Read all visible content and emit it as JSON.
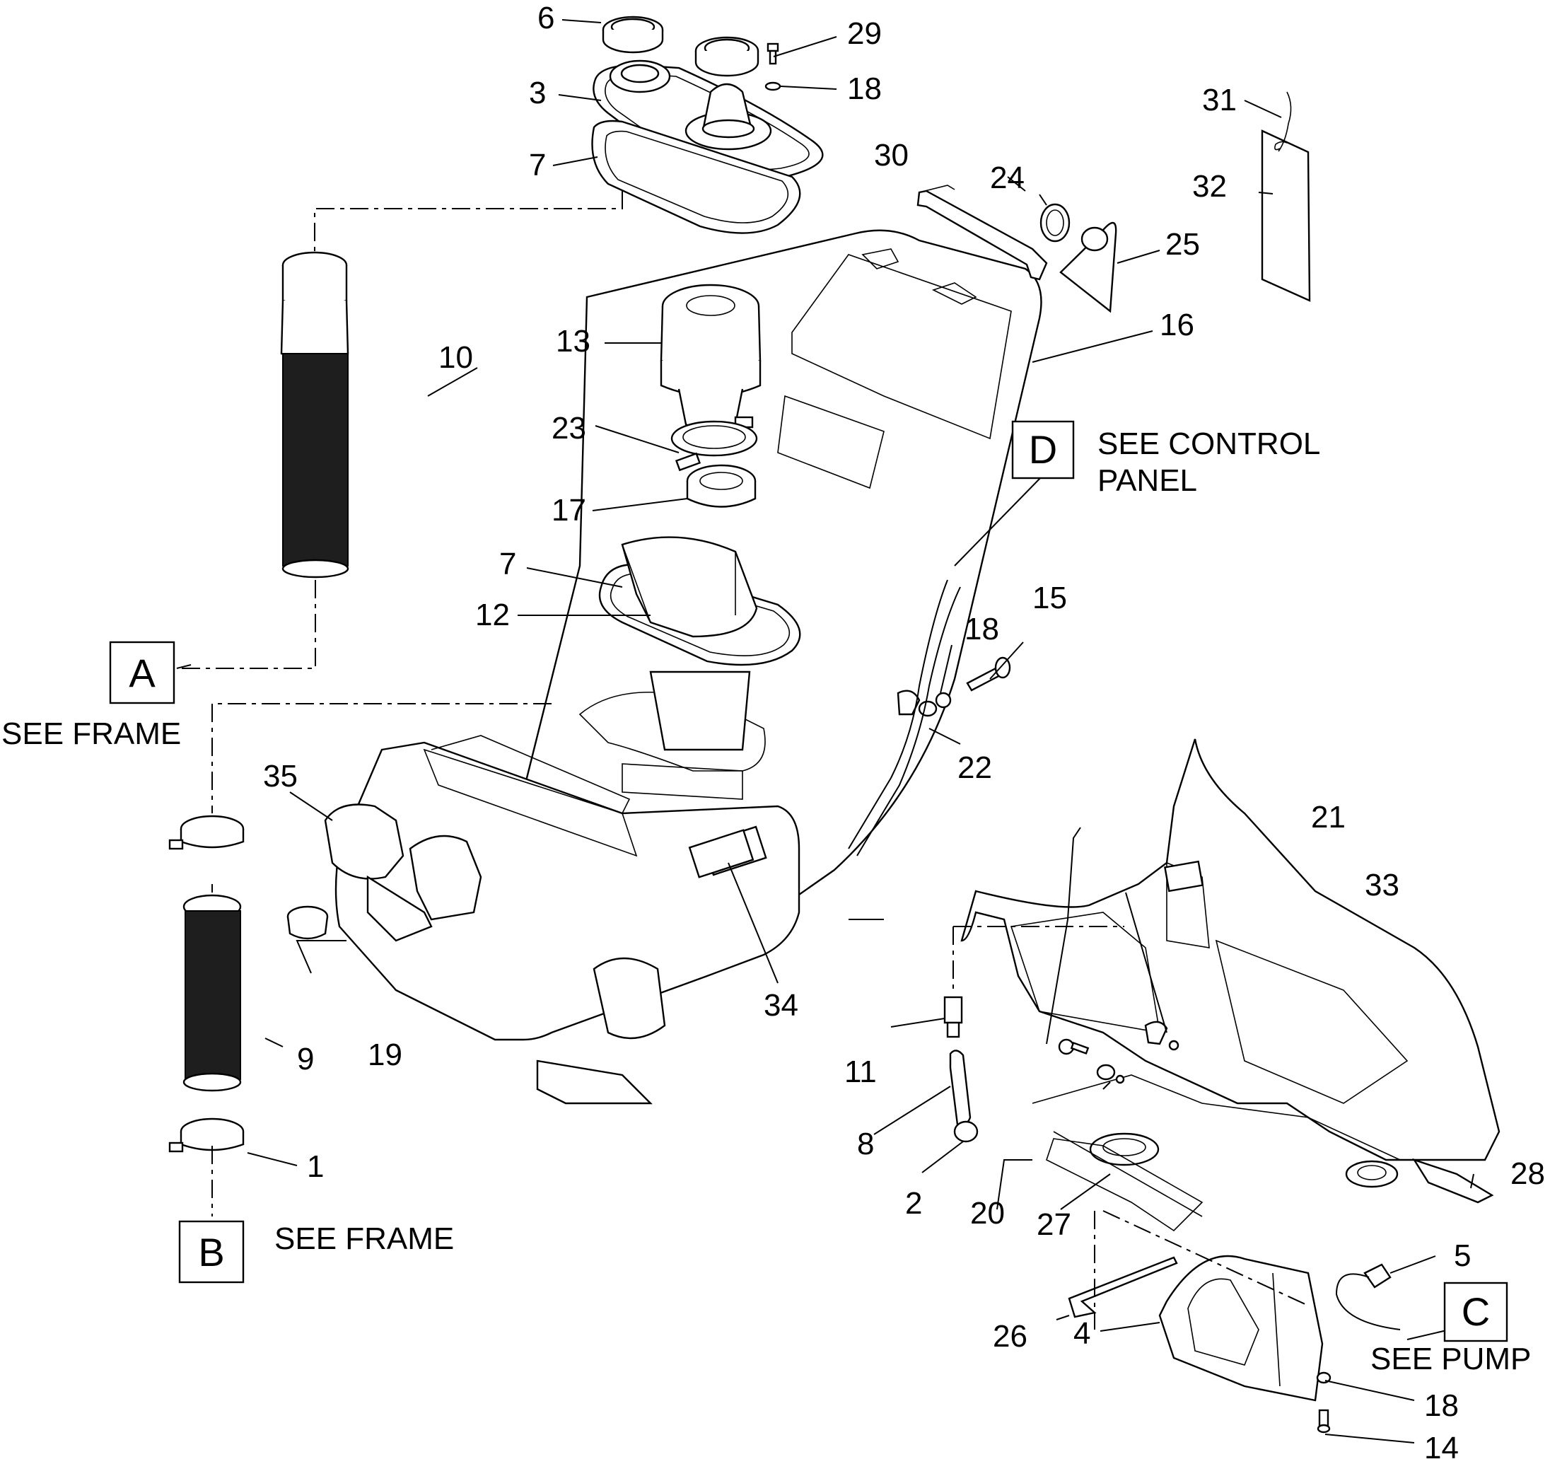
{
  "labels": {
    "p1": "1",
    "p2": "2",
    "p3": "3",
    "p4": "4",
    "p5": "5",
    "p6": "6",
    "p7a": "7",
    "p7b": "7",
    "p8": "8",
    "p9": "9",
    "p10": "10",
    "p11": "11",
    "p12": "12",
    "p13": "13",
    "p14": "14",
    "p15": "15",
    "p16": "16",
    "p17": "17",
    "p18a": "18",
    "p18b": "18",
    "p18c": "18",
    "p19": "19",
    "p20": "20",
    "p21": "21",
    "p22": "22",
    "p23": "23",
    "p24": "24",
    "p25": "25",
    "p26": "26",
    "p27": "27",
    "p28": "28",
    "p29": "29",
    "p30": "30",
    "p31": "31",
    "p32": "32",
    "p33": "33",
    "p34": "34",
    "p35": "35"
  },
  "refs": {
    "a": {
      "letter": "A",
      "note": "SEE FRAME"
    },
    "b": {
      "letter": "B",
      "note": "SEE FRAME"
    },
    "c": {
      "letter": "C",
      "note": "SEE PUMP"
    },
    "d": {
      "letter": "D",
      "note_line1": "SEE CONTROL",
      "note_line2": "PANEL"
    }
  },
  "colors": {
    "line": "#000000",
    "background": "#ffffff",
    "hose": "#1e1e1e"
  }
}
